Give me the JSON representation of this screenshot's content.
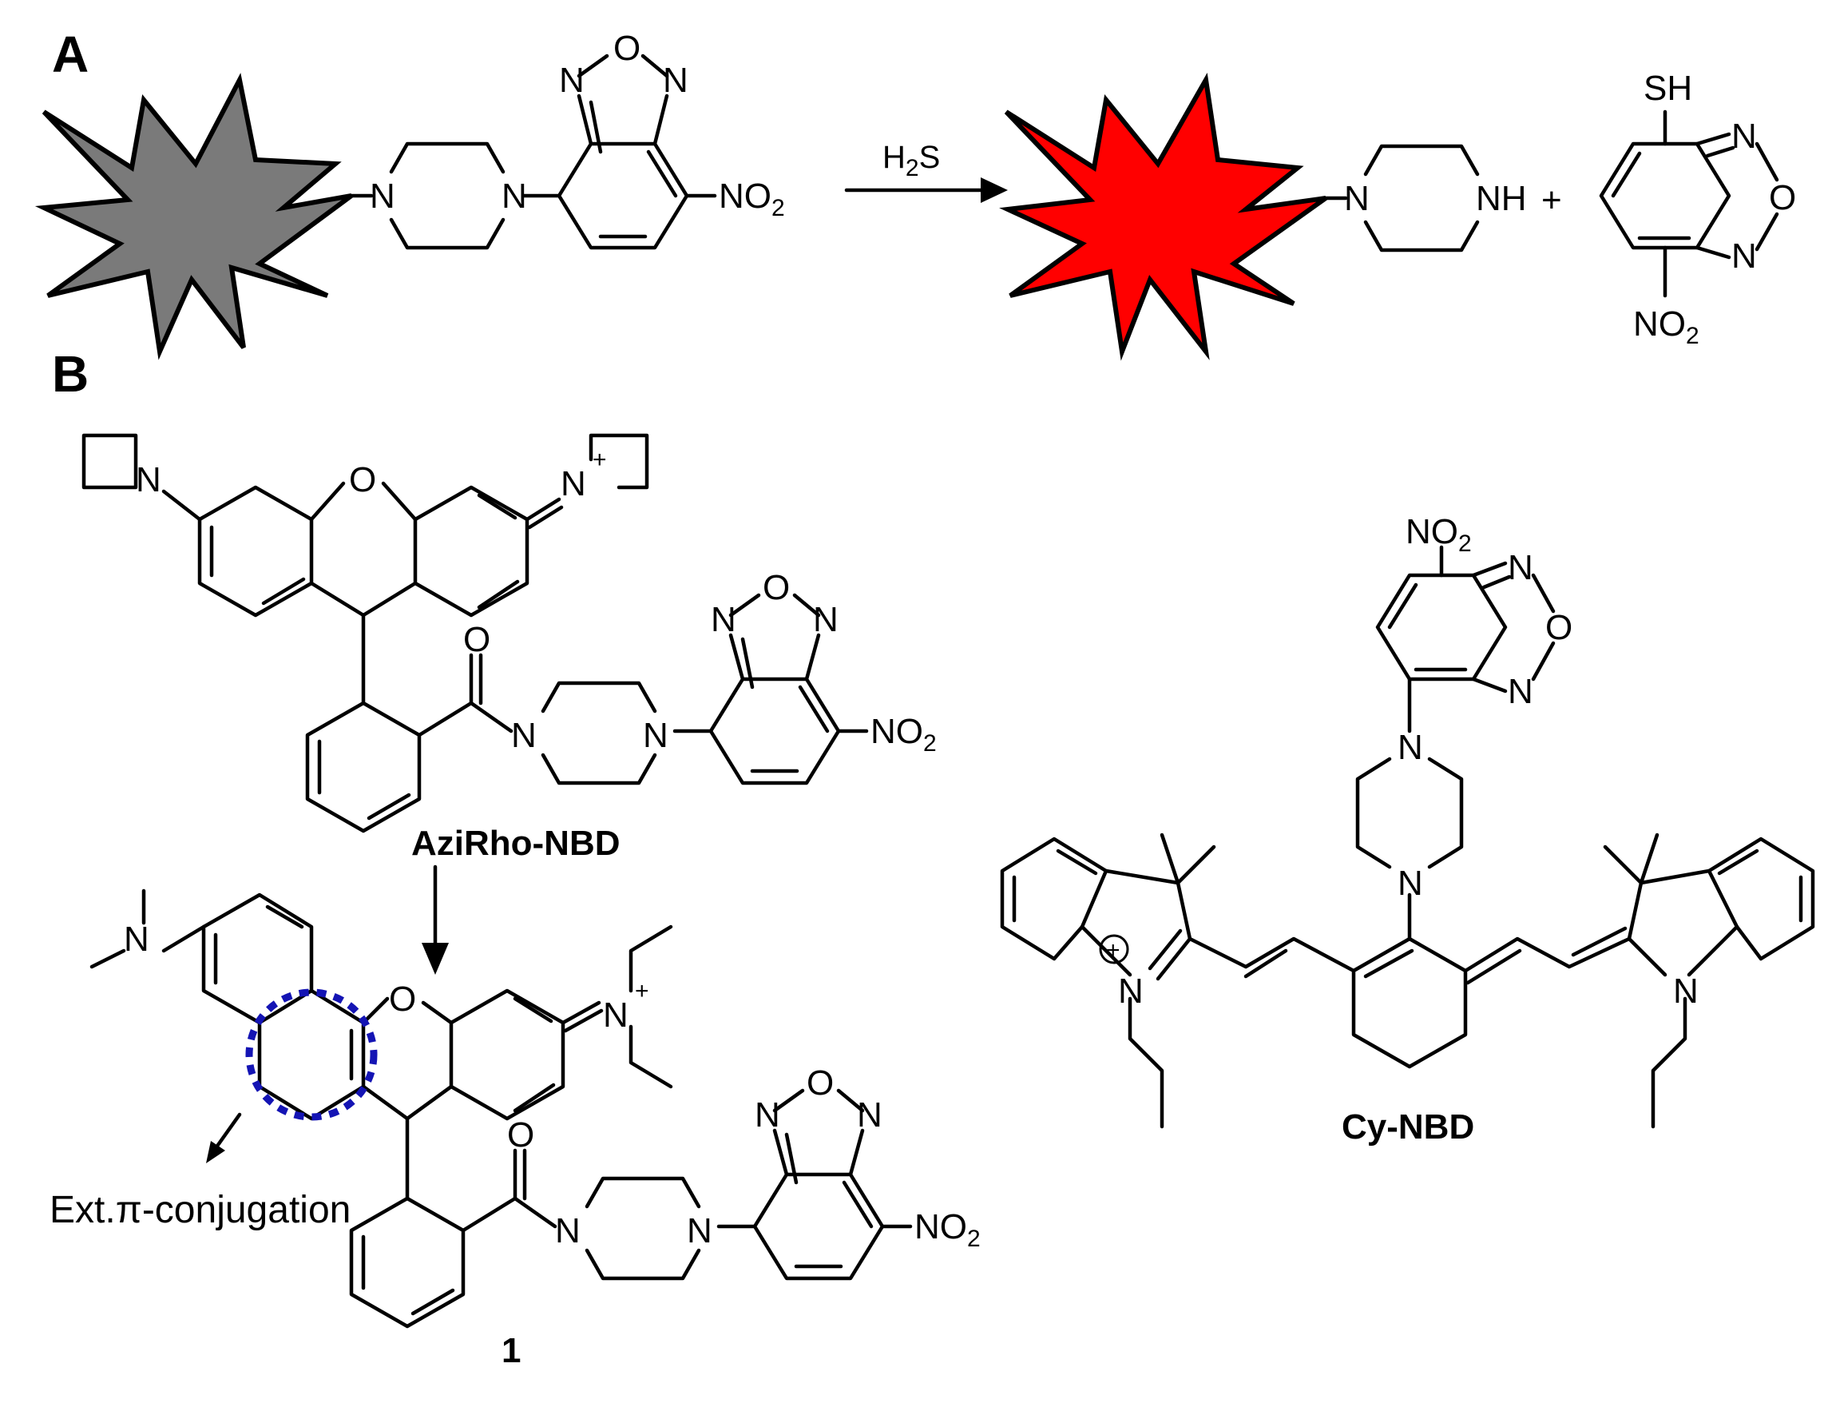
{
  "panels": {
    "a": "A",
    "b": "B"
  },
  "colors": {
    "probe": "#7a7a7a",
    "released_dye": "#ff0000",
    "annotation": "#1414b4",
    "bond": "#000000"
  },
  "reaction": {
    "reagent_main": "H",
    "reagent_sub": "2",
    "reagent_tail": "S",
    "plus": "+",
    "thiol": "SH",
    "amine": "NH"
  },
  "atoms": {
    "N": "N",
    "O": "O",
    "nitro_main": "NO",
    "nitro_sub": "2",
    "charge_plus": "+"
  },
  "compounds": {
    "azirho": "AziRho-NBD",
    "compound1": "1",
    "cy": "Cy-NBD"
  },
  "annotation": {
    "prefix": "Ext.",
    "pi": "π",
    "suffix": "-conjugation"
  }
}
